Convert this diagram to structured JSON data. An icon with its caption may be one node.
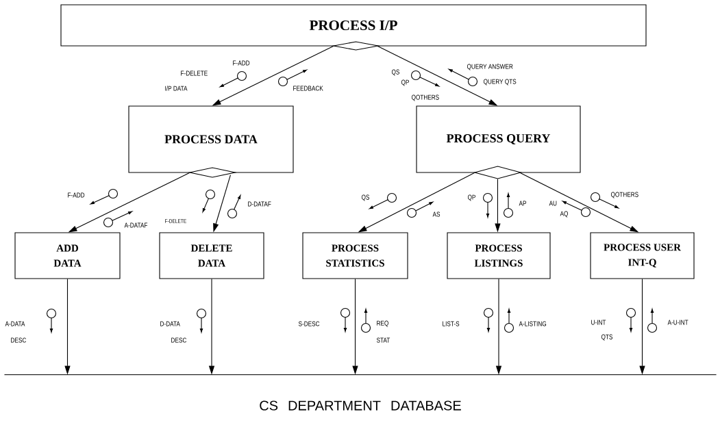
{
  "diagram": {
    "nodes": [
      {
        "text": [
          "PROCESS I/P"
        ]
      },
      {
        "text": [
          "PROCESS DATA"
        ]
      },
      {
        "text": [
          "PROCESS QUERY"
        ]
      },
      {
        "text": [
          "ADD DATA"
        ]
      },
      {
        "text": [
          "DELETE DATA"
        ]
      },
      {
        "text": [
          "PROCESS STATISTICS"
        ]
      },
      {
        "text": [
          "PROCESS LISTINGS"
        ]
      },
      {
        "text": [
          "PROCESS USER INT-Q"
        ]
      },
      {
        "text": [
          "CS DEPARTMENT DATABASE"
        ]
      }
    ],
    "edges": [
      {
        "from": 0,
        "to": 1,
        "arrow": "to"
      },
      {
        "from": 0,
        "to": 2,
        "arrow": "to"
      },
      {
        "from": 1,
        "to": 3,
        "arrow": "to"
      },
      {
        "from": 1,
        "to": 4,
        "arrow": "to"
      },
      {
        "from": 2,
        "to": 5,
        "arrow": "to"
      },
      {
        "from": 2,
        "to": 6,
        "arrow": "to"
      },
      {
        "from": 2,
        "to": 7,
        "arrow": "to"
      },
      {
        "from": 3,
        "to": 8,
        "arrow": "to"
      },
      {
        "from": 4,
        "to": 8,
        "arrow": "to"
      },
      {
        "from": 5,
        "to": 8,
        "arrow": "to"
      },
      {
        "from": 6,
        "to": 8,
        "arrow": "to"
      },
      {
        "from": 7,
        "to": 8,
        "arrow": "to"
      }
    ],
    "labels": [
      "F-ADD",
      "QUERY ANSWER",
      "F-DELETE",
      "QS",
      "QP",
      "QUERY QTS",
      "I/P DATA",
      "FEEDBACK",
      "QOTHERS",
      "F-ADD",
      "QS",
      "QP",
      "QOTHERS",
      "D-DATAF",
      "AP",
      "AU",
      "F-DELETE",
      "A-DATAF",
      "AS",
      "AQ",
      "A-DATA",
      "D-DATA",
      "S-DESC",
      "REQ",
      "LIST-S",
      "A-LISTING",
      "U-INT",
      "A-U-INT",
      "DESC",
      "DESC",
      "STAT",
      "QTS"
    ]
  }
}
